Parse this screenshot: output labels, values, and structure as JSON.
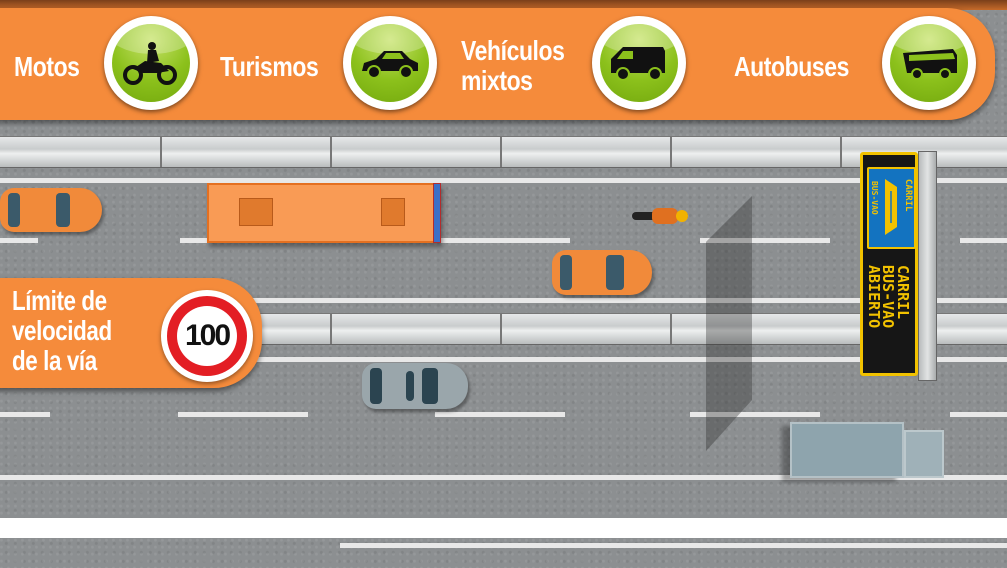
{
  "vehicle_banner": {
    "items": [
      {
        "label": "Motos",
        "icon": "motorcycle-icon"
      },
      {
        "label": "Turismos",
        "icon": "car-icon"
      },
      {
        "label_line1": "Vehículos",
        "label_line2": "mixtos",
        "icon": "van-icon"
      },
      {
        "label": "Autobuses",
        "icon": "bus-icon"
      }
    ],
    "colors": {
      "panel": "#f58b3b",
      "badge": "#8cc11c",
      "text": "#ffffff"
    }
  },
  "speed_limit": {
    "label_line1": "Límite de",
    "label_line2": "velocidad",
    "label_line3": "de la vía",
    "value": "100",
    "colors": {
      "ring": "#e31e24"
    }
  },
  "vms_sign": {
    "top_panel": {
      "line1": "CARRIL",
      "line2": "BUS-VAO"
    },
    "message_line1": "CARRIL",
    "message_line2": "BUS-VAO",
    "message_line3": "ABIERTO",
    "colors": {
      "text": "#f2c200",
      "background": "#161616",
      "panel": "#1373c0"
    }
  }
}
